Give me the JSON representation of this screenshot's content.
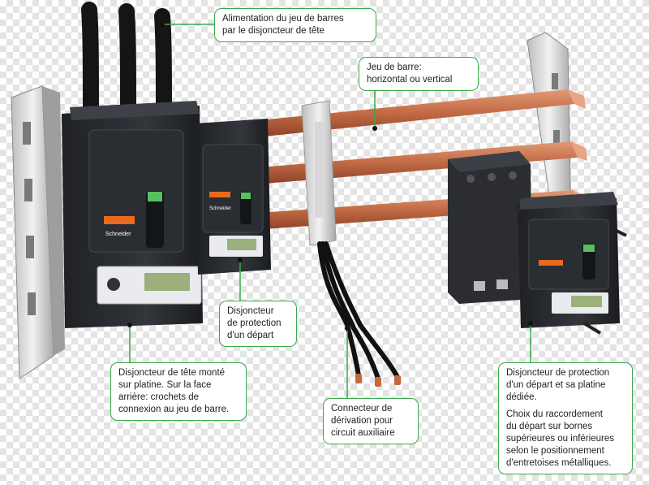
{
  "colors": {
    "accent": "#3aa84a",
    "busbar": "#c6704a",
    "breaker": "#2b2e33",
    "brand_green": "#4caf50"
  },
  "callouts": {
    "alimentation": {
      "text": "Alimentation du jeu de barres\npar le disjoncteur de tête"
    },
    "jeu_de_barre": {
      "text": "Jeu de barre:\nhorizontal ou vertical"
    },
    "disjoncteur_depart": {
      "text": "Disjoncteur\nde protection\nd'un départ"
    },
    "disjoncteur_tete": {
      "text": "Disjoncteur de tête monté\nsur platine. Sur la face\narrière: crochets de\nconnexion au jeu de barre."
    },
    "connecteur": {
      "text": "Connecteur de\ndérivation pour\ncircuit auxiliaire"
    },
    "disjoncteur_platine": {
      "text1": "Disjoncteur de protection\nd'un départ et sa platine\ndédiée.",
      "text2": "Choix du raccordement\ndu départ sur bornes\nsupérieures ou inférieures\nselon le positionnement\nd'entretoises métalliques."
    }
  },
  "brand": {
    "name": "Schneider"
  }
}
